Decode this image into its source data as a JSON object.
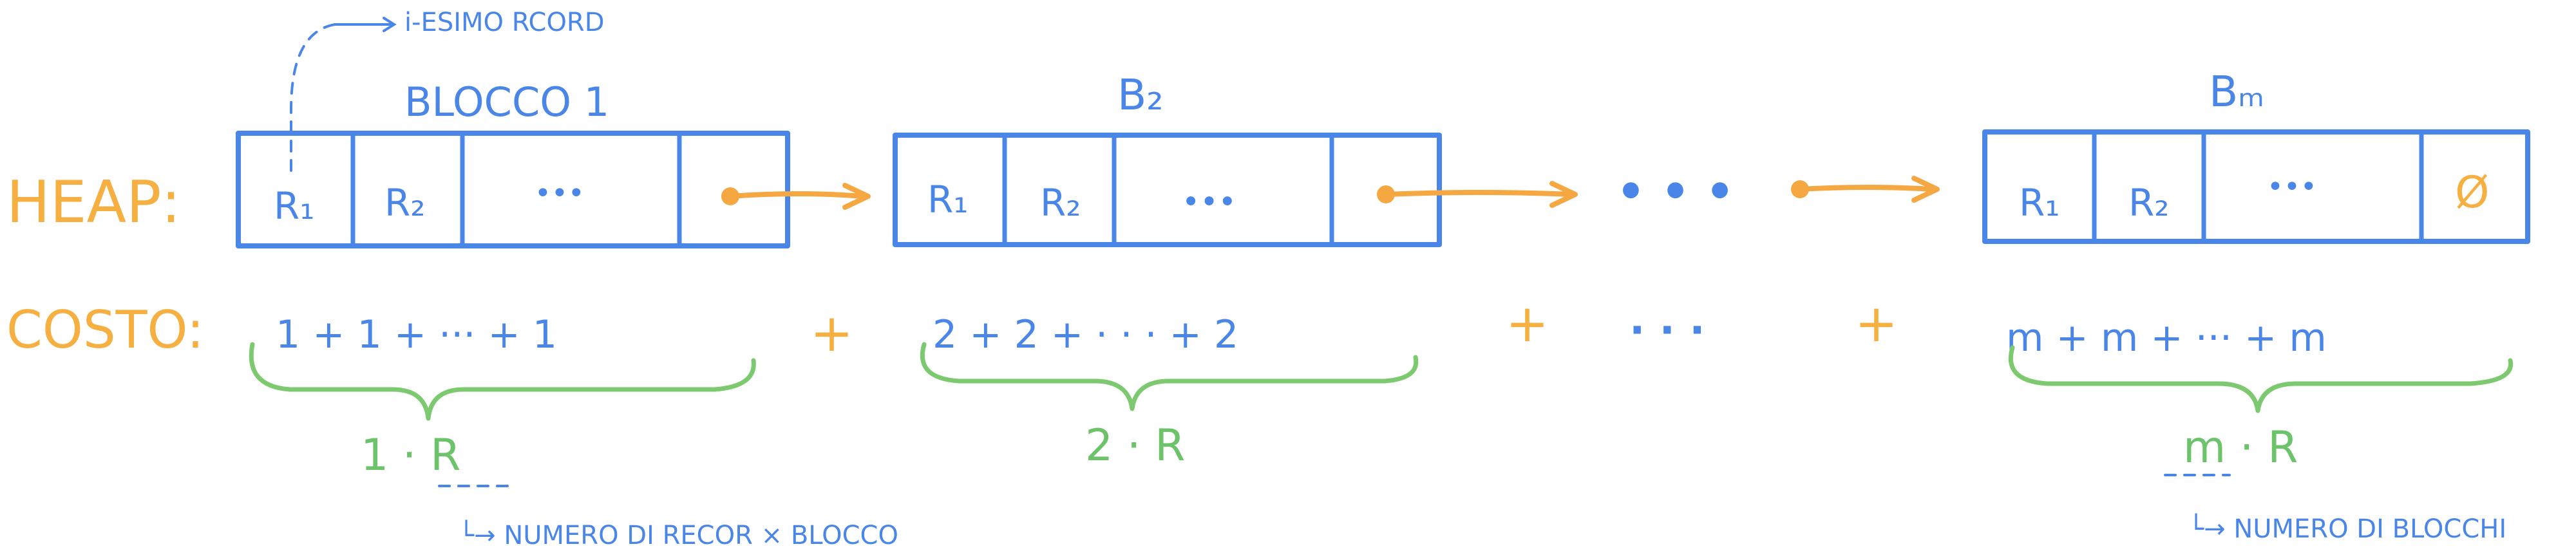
{
  "row_labels": {
    "heap": "HEAP:",
    "costo": "COSTO:"
  },
  "top_note": "i-ESIMO RCORD",
  "blocks": [
    {
      "title": "BLOCCO 1",
      "cells": [
        "R₁",
        "R₂",
        "•••",
        ""
      ]
    },
    {
      "title": "B₂",
      "cells": [
        "R₁",
        "R₂",
        "•••",
        ""
      ]
    },
    {
      "title": "Bₘ",
      "cells": [
        "R₁",
        "R₂",
        "•••",
        "Ø"
      ]
    }
  ],
  "between_ellipsis": "• • •",
  "cost_terms": {
    "group1": "1 + 1 + ··· + 1",
    "group2": "2 + 2 + · · · + 2",
    "group3": "m + m + ··· + m",
    "plus": "+",
    "middle_ellipsis": "· · ·"
  },
  "brace_labels": {
    "b1": "1 · R",
    "b2": "2 · R",
    "b3": "m · R"
  },
  "bottom_notes": {
    "left": "└→ NUMERO DI RECOR × BLOCCO",
    "right": "└→ NUMERO DI BLOCCHI"
  },
  "colors": {
    "blue": "#4a86e8",
    "orange": "#f5a742",
    "green": "#7cc96f"
  }
}
